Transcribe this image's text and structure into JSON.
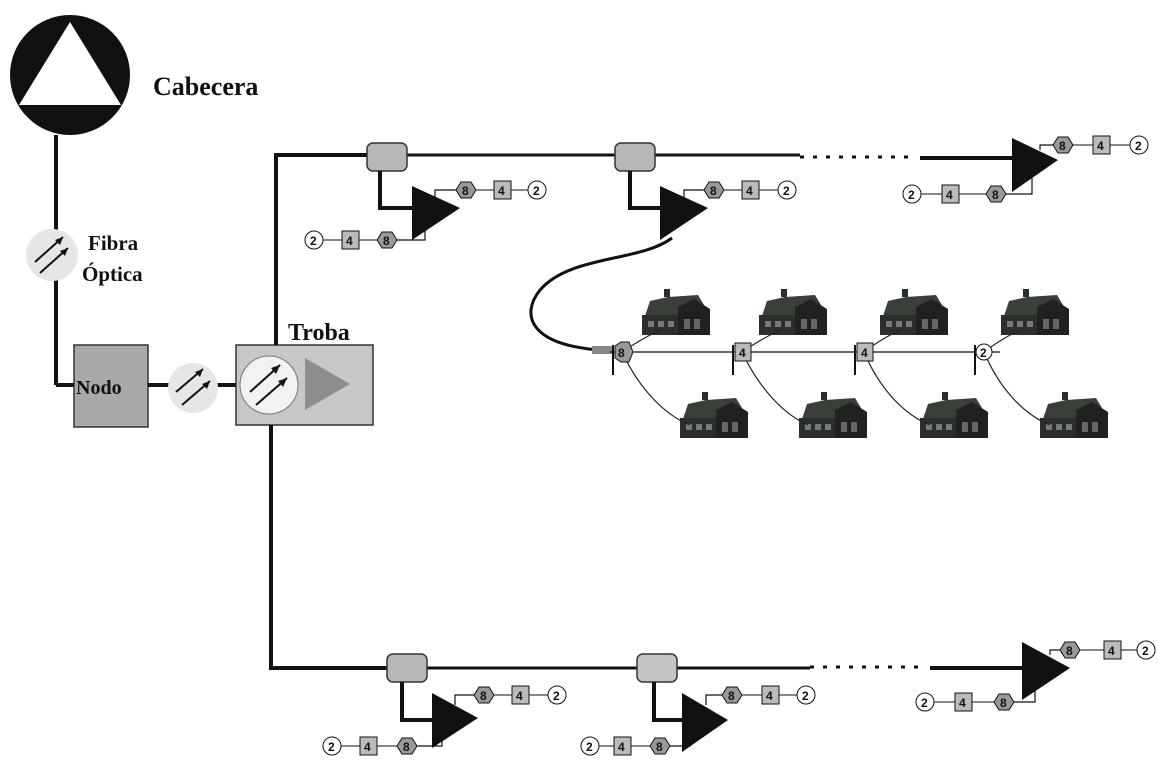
{
  "labels": {
    "headend": "Cabecera",
    "fiber_line1": "Fibra",
    "fiber_line2": "Óptica",
    "node": "Nodo",
    "troba": "Troba"
  },
  "tap_values": {
    "hex": "8",
    "square": "4",
    "circle": "2"
  },
  "colors": {
    "line": "#111111",
    "splitter": "#b8b8b8",
    "node_fill": "#a9a9a9",
    "amp": "#111111",
    "troba_amp": "#8d8d8d",
    "house": "#2b2f2b"
  },
  "icons": [
    "headend-icon",
    "fiber-optic-icon",
    "amplifier-icon",
    "splitter-icon",
    "tap-icon",
    "house-icon"
  ]
}
